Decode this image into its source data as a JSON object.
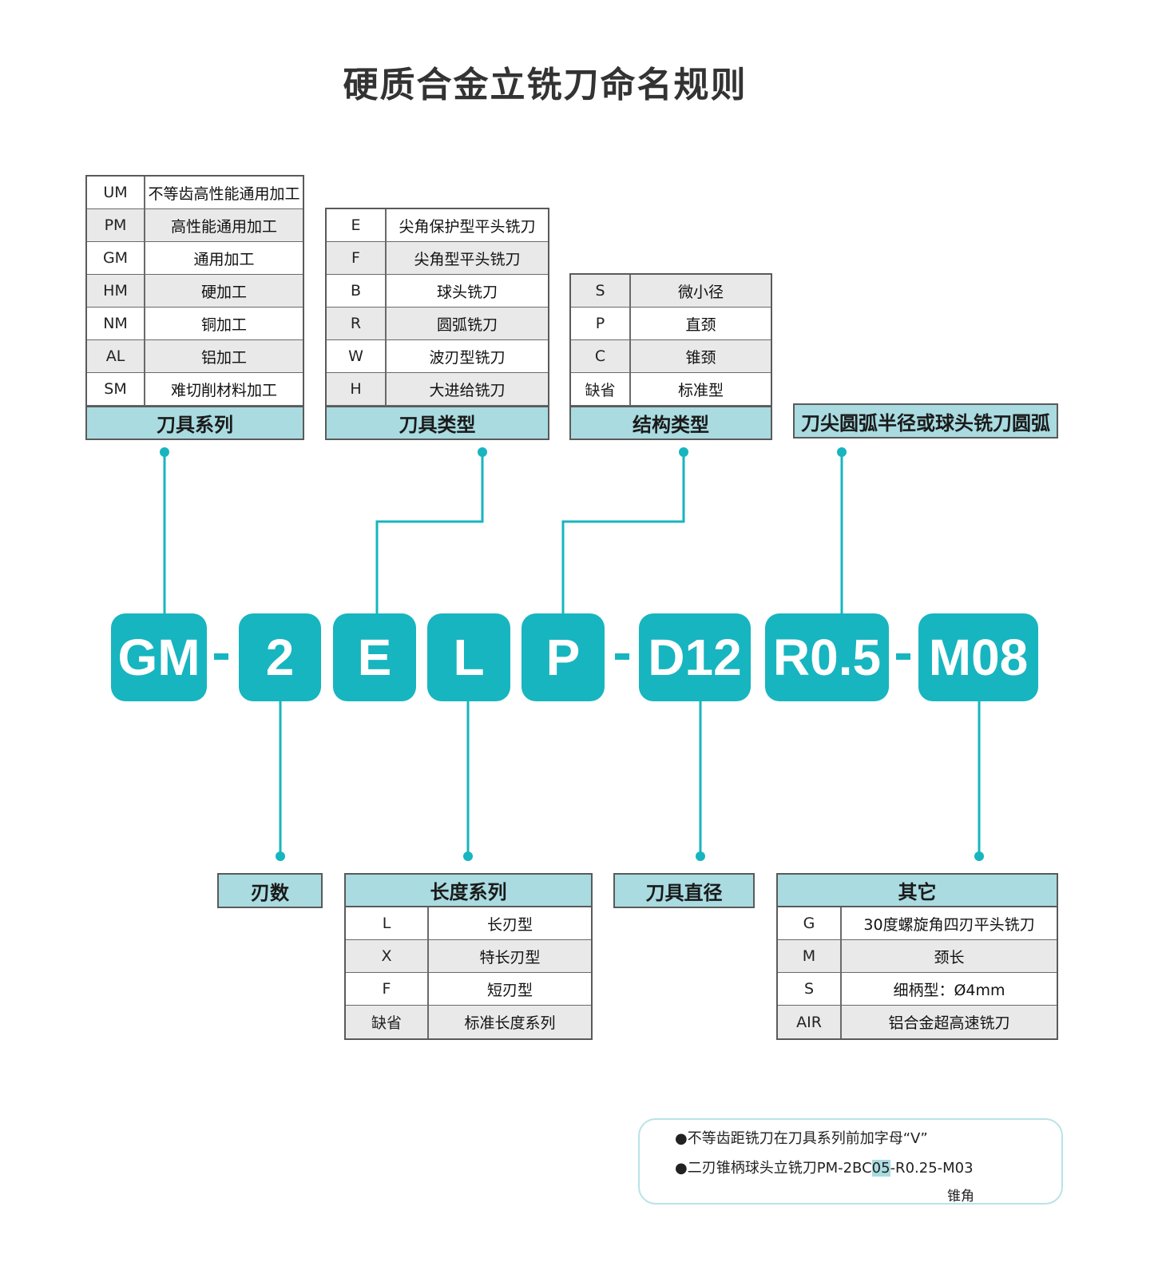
{
  "title": "硬质合金立铣刀命名规则",
  "code_parts": [
    {
      "text": "GM"
    },
    {
      "text": "2"
    },
    {
      "text": "E"
    },
    {
      "text": "L"
    },
    {
      "text": "P"
    },
    {
      "text": "D12"
    },
    {
      "text": "R0.5"
    },
    {
      "text": "M08"
    }
  ],
  "series": {
    "label": "刀具系列",
    "rows": [
      {
        "code": "UM",
        "desc": "不等齿高性能通用加工"
      },
      {
        "code": "PM",
        "desc": "高性能通用加工"
      },
      {
        "code": "GM",
        "desc": "通用加工"
      },
      {
        "code": "HM",
        "desc": "硬加工"
      },
      {
        "code": "NM",
        "desc": "铜加工"
      },
      {
        "code": "AL",
        "desc": "铝加工"
      },
      {
        "code": "SM",
        "desc": "难切削材料加工"
      }
    ]
  },
  "tool_type": {
    "label": "刀具类型",
    "rows": [
      {
        "code": "E",
        "desc": "尖角保护型平头铣刀"
      },
      {
        "code": "F",
        "desc": "尖角型平头铣刀"
      },
      {
        "code": "B",
        "desc": "球头铣刀"
      },
      {
        "code": "R",
        "desc": "圆弧铣刀"
      },
      {
        "code": "W",
        "desc": "波刃型铣刀"
      },
      {
        "code": "H",
        "desc": "大进给铣刀"
      }
    ]
  },
  "structure": {
    "label": "结构类型",
    "rows": [
      {
        "code": "S",
        "desc": "微小径"
      },
      {
        "code": "P",
        "desc": "直颈"
      },
      {
        "code": "C",
        "desc": "锥颈"
      },
      {
        "code": "缺省",
        "desc": "标准型"
      }
    ]
  },
  "radius_label": "刀尖圆弧半径或球头铣刀圆弧",
  "flutes_label": "刃数",
  "length": {
    "label": "长度系列",
    "rows": [
      {
        "code": "L",
        "desc": "长刃型"
      },
      {
        "code": "X",
        "desc": "特长刃型"
      },
      {
        "code": "F",
        "desc": "短刃型"
      },
      {
        "code": "缺省",
        "desc": "标准长度系列"
      }
    ]
  },
  "diameter_label": "刀具直径",
  "other": {
    "label": "其它",
    "rows": [
      {
        "code": "G",
        "desc": "30度螺旋角四刃平头铣刀"
      },
      {
        "code": "M",
        "desc": "颈长"
      },
      {
        "code": "S",
        "desc": "细柄型：Ø4mm"
      },
      {
        "code": "AIR",
        "desc": "铝合金超高速铣刀"
      }
    ]
  },
  "notes": {
    "bullet": "●",
    "note1": "不等齿距铣刀在刀具系列前加字母“V”",
    "note2_prefix": "二刃锥柄球头立铣刀PM-2BC",
    "note2_highlight": "05",
    "note2_suffix": "-R0.25-M03",
    "cone_label": "锥角"
  },
  "colors": {
    "accent": "#17b5bf",
    "header_fill": "#a9dbe0",
    "alt_row": "#e9e9e9"
  }
}
